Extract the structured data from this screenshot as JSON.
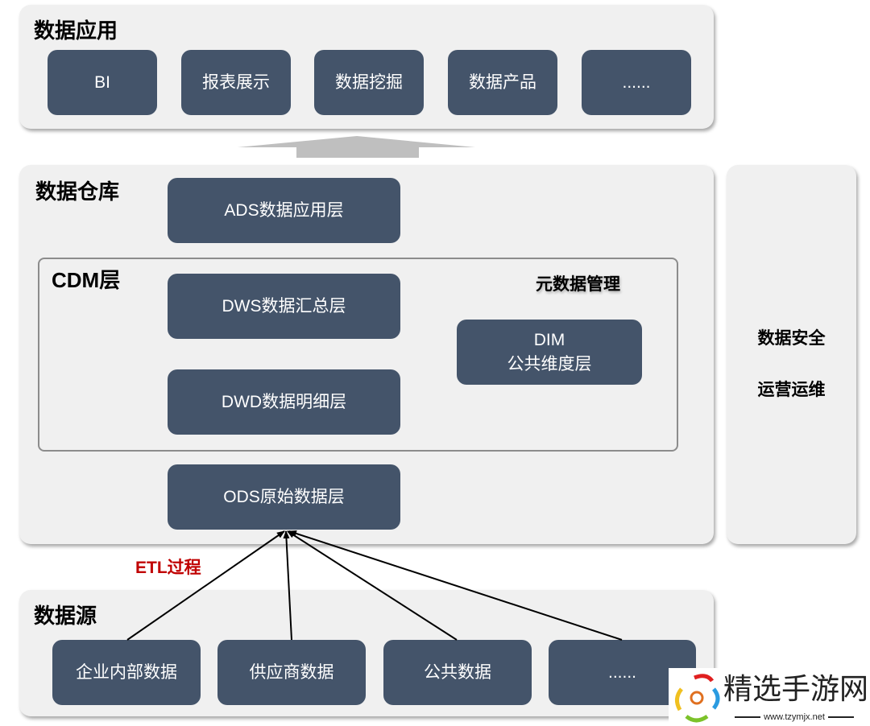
{
  "app_layer": {
    "title": "数据应用",
    "items": [
      "BI",
      "报表展示",
      "数据挖掘",
      "数据产品",
      "......"
    ]
  },
  "warehouse": {
    "title": "数据仓库",
    "ads": "ADS数据应用层",
    "cdm_title": "CDM层",
    "dws": "DWS数据汇总层",
    "dwd": "DWD数据明细层",
    "metadata": "元数据管理",
    "dim_line1": "DIM",
    "dim_line2": "公共维度层",
    "ods": "ODS原始数据层"
  },
  "side": {
    "security": "数据安全",
    "ops": "运营运维"
  },
  "etl": {
    "label": "ETL过程",
    "color": "#c00000"
  },
  "sources": {
    "title": "数据源",
    "items": [
      "企业内部数据",
      "供应商数据",
      "公共数据",
      "......"
    ]
  },
  "watermark": {
    "name": "精选手游网",
    "url": "www.tzymjx.net"
  },
  "colors": {
    "box": "#44546a",
    "panel": "#f0f0f0"
  }
}
